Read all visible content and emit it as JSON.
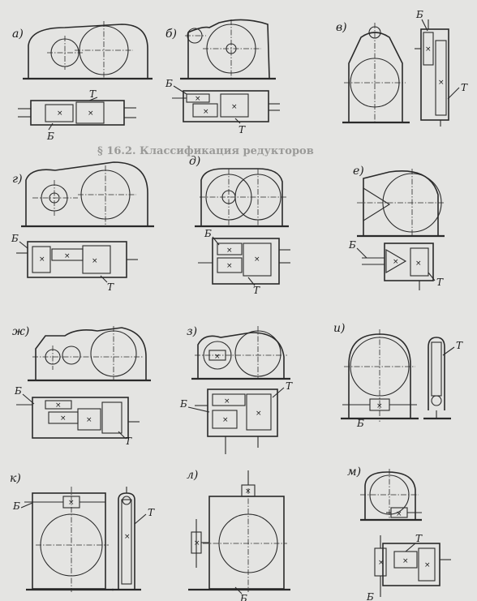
{
  "letter_b": "Б",
  "letter_t": "Т",
  "shaft_mark": "×",
  "panel_labels": [
    "а)",
    "б)",
    "в)",
    "г)",
    "д)",
    "е)",
    "ж)",
    "з)",
    "и)",
    "к)",
    "л)",
    "м)"
  ],
  "page_heading": "§ 16.2. Классификация редукторов"
}
